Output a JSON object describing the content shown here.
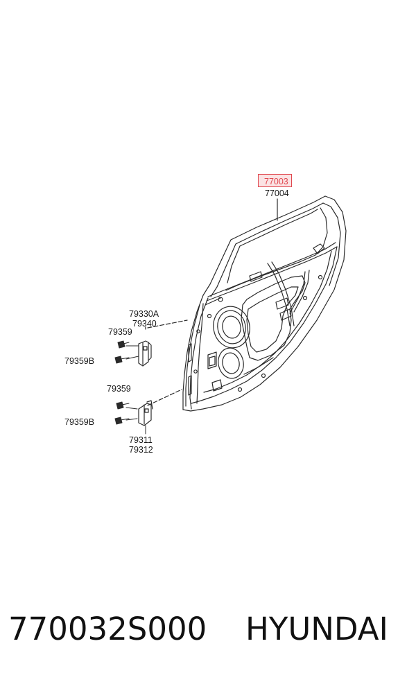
{
  "callouts": {
    "highlighted": "77003",
    "door_panel": "77004",
    "upper_hinge_a": "79330A",
    "upper_hinge_b": "79340",
    "upper_bolt": "79359",
    "upper_bolt_b": "79359B",
    "lower_bolt": "79359",
    "lower_bolt_b": "79359B",
    "lower_hinge_a": "79311",
    "lower_hinge_b": "79312"
  },
  "footer": {
    "part_number": "770032S000",
    "brand": "HYUNDAI"
  },
  "colors": {
    "highlight_border": "#e0484f",
    "highlight_fill": "#fbe3e4",
    "line": "#2a2a2a"
  },
  "icons": {
    "door": "rear-door-panel-drawing",
    "hinge": "door-hinge-drawing",
    "bolt": "bolt-drawing"
  }
}
